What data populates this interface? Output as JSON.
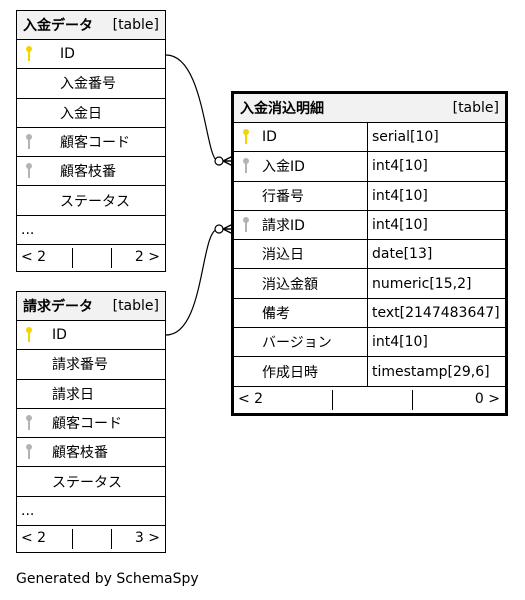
{
  "tables": {
    "nyukin": {
      "title": "入金データ",
      "kind": "[table]",
      "columns": [
        {
          "name": "ID",
          "key": "primary"
        },
        {
          "name": "入金番号",
          "key": "none"
        },
        {
          "name": "入金日",
          "key": "none"
        },
        {
          "name": "顧客コード",
          "key": "foreign"
        },
        {
          "name": "顧客枝番",
          "key": "foreign"
        },
        {
          "name": "ステータス",
          "key": "none"
        }
      ],
      "ellipsis": "...",
      "footer_left": "< 2",
      "footer_right": "2 >"
    },
    "seikyu": {
      "title": "請求データ",
      "kind": "[table]",
      "columns": [
        {
          "name": "ID",
          "key": "primary"
        },
        {
          "name": "請求番号",
          "key": "none"
        },
        {
          "name": "請求日",
          "key": "none"
        },
        {
          "name": "顧客コード",
          "key": "foreign"
        },
        {
          "name": "顧客枝番",
          "key": "foreign"
        },
        {
          "name": "ステータス",
          "key": "none"
        }
      ],
      "ellipsis": "...",
      "footer_left": "< 2",
      "footer_right": "3 >"
    },
    "meisai": {
      "title": "入金消込明細",
      "kind": "[table]",
      "columns": [
        {
          "name": "ID",
          "type": "serial[10]",
          "key": "primary"
        },
        {
          "name": "入金ID",
          "type": "int4[10]",
          "key": "foreign"
        },
        {
          "name": "行番号",
          "type": "int4[10]",
          "key": "none"
        },
        {
          "name": "請求ID",
          "type": "int4[10]",
          "key": "foreign"
        },
        {
          "name": "消込日",
          "type": "date[13]",
          "key": "none"
        },
        {
          "name": "消込金額",
          "type": "numeric[15,2]",
          "key": "none"
        },
        {
          "name": "備考",
          "type": "text[2147483647]",
          "key": "none"
        },
        {
          "name": "バージョン",
          "type": "int4[10]",
          "key": "none"
        },
        {
          "name": "作成日時",
          "type": "timestamp[29,6]",
          "key": "none"
        }
      ],
      "footer_left": "< 2",
      "footer_right": "0 >"
    }
  },
  "colors": {
    "primary_key": "#f2d400",
    "foreign_key": "#b3b3b3",
    "header_bg": "#f2f2f2"
  },
  "generated_by": "Generated by SchemaSpy"
}
